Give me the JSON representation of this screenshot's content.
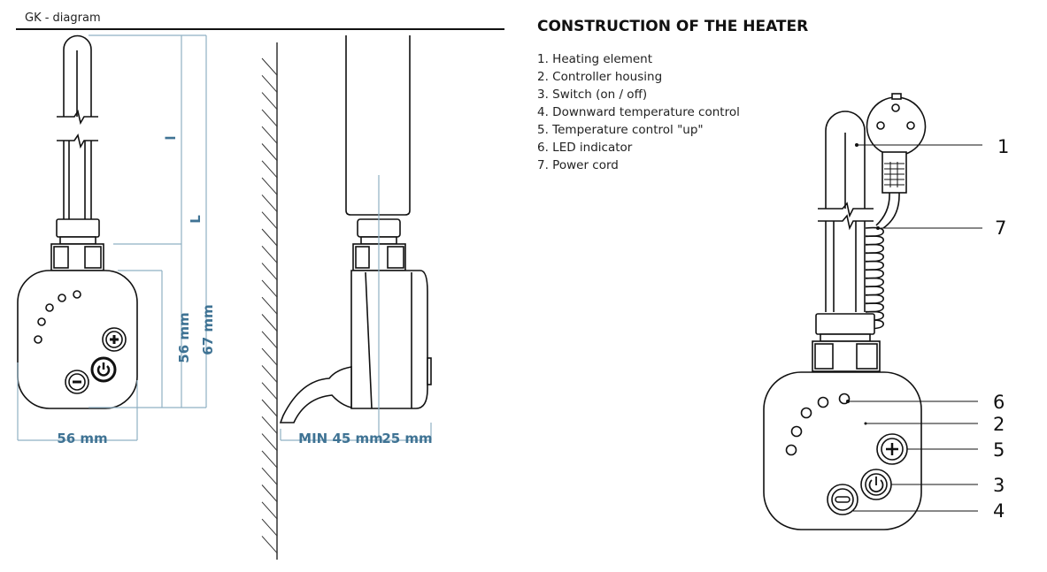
{
  "header": {
    "title": "GK - diagram"
  },
  "front_view": {
    "label_l": "l",
    "label_L": "L",
    "dim_height_body": "56 mm",
    "dim_height_total": "67 mm",
    "dim_width": "56 mm"
  },
  "side_view": {
    "dim_min_wall": "MIN 45 mm",
    "dim_depth": "25 mm"
  },
  "construction": {
    "title": "CONSTRUCTION OF THE HEATER",
    "items": [
      "1. Heating element",
      "2. Controller housing",
      "3. Switch (on / off)",
      "4. Downward temperature control",
      "5. Temperature control \"up\"",
      "6. LED indicator",
      "7. Power cord"
    ],
    "callouts": [
      "1",
      "7",
      "6",
      "2",
      "5",
      "3",
      "4"
    ]
  },
  "colors": {
    "dimension": "#3f7394",
    "dimension_line": "#8fb0c3",
    "line": "#111111"
  }
}
